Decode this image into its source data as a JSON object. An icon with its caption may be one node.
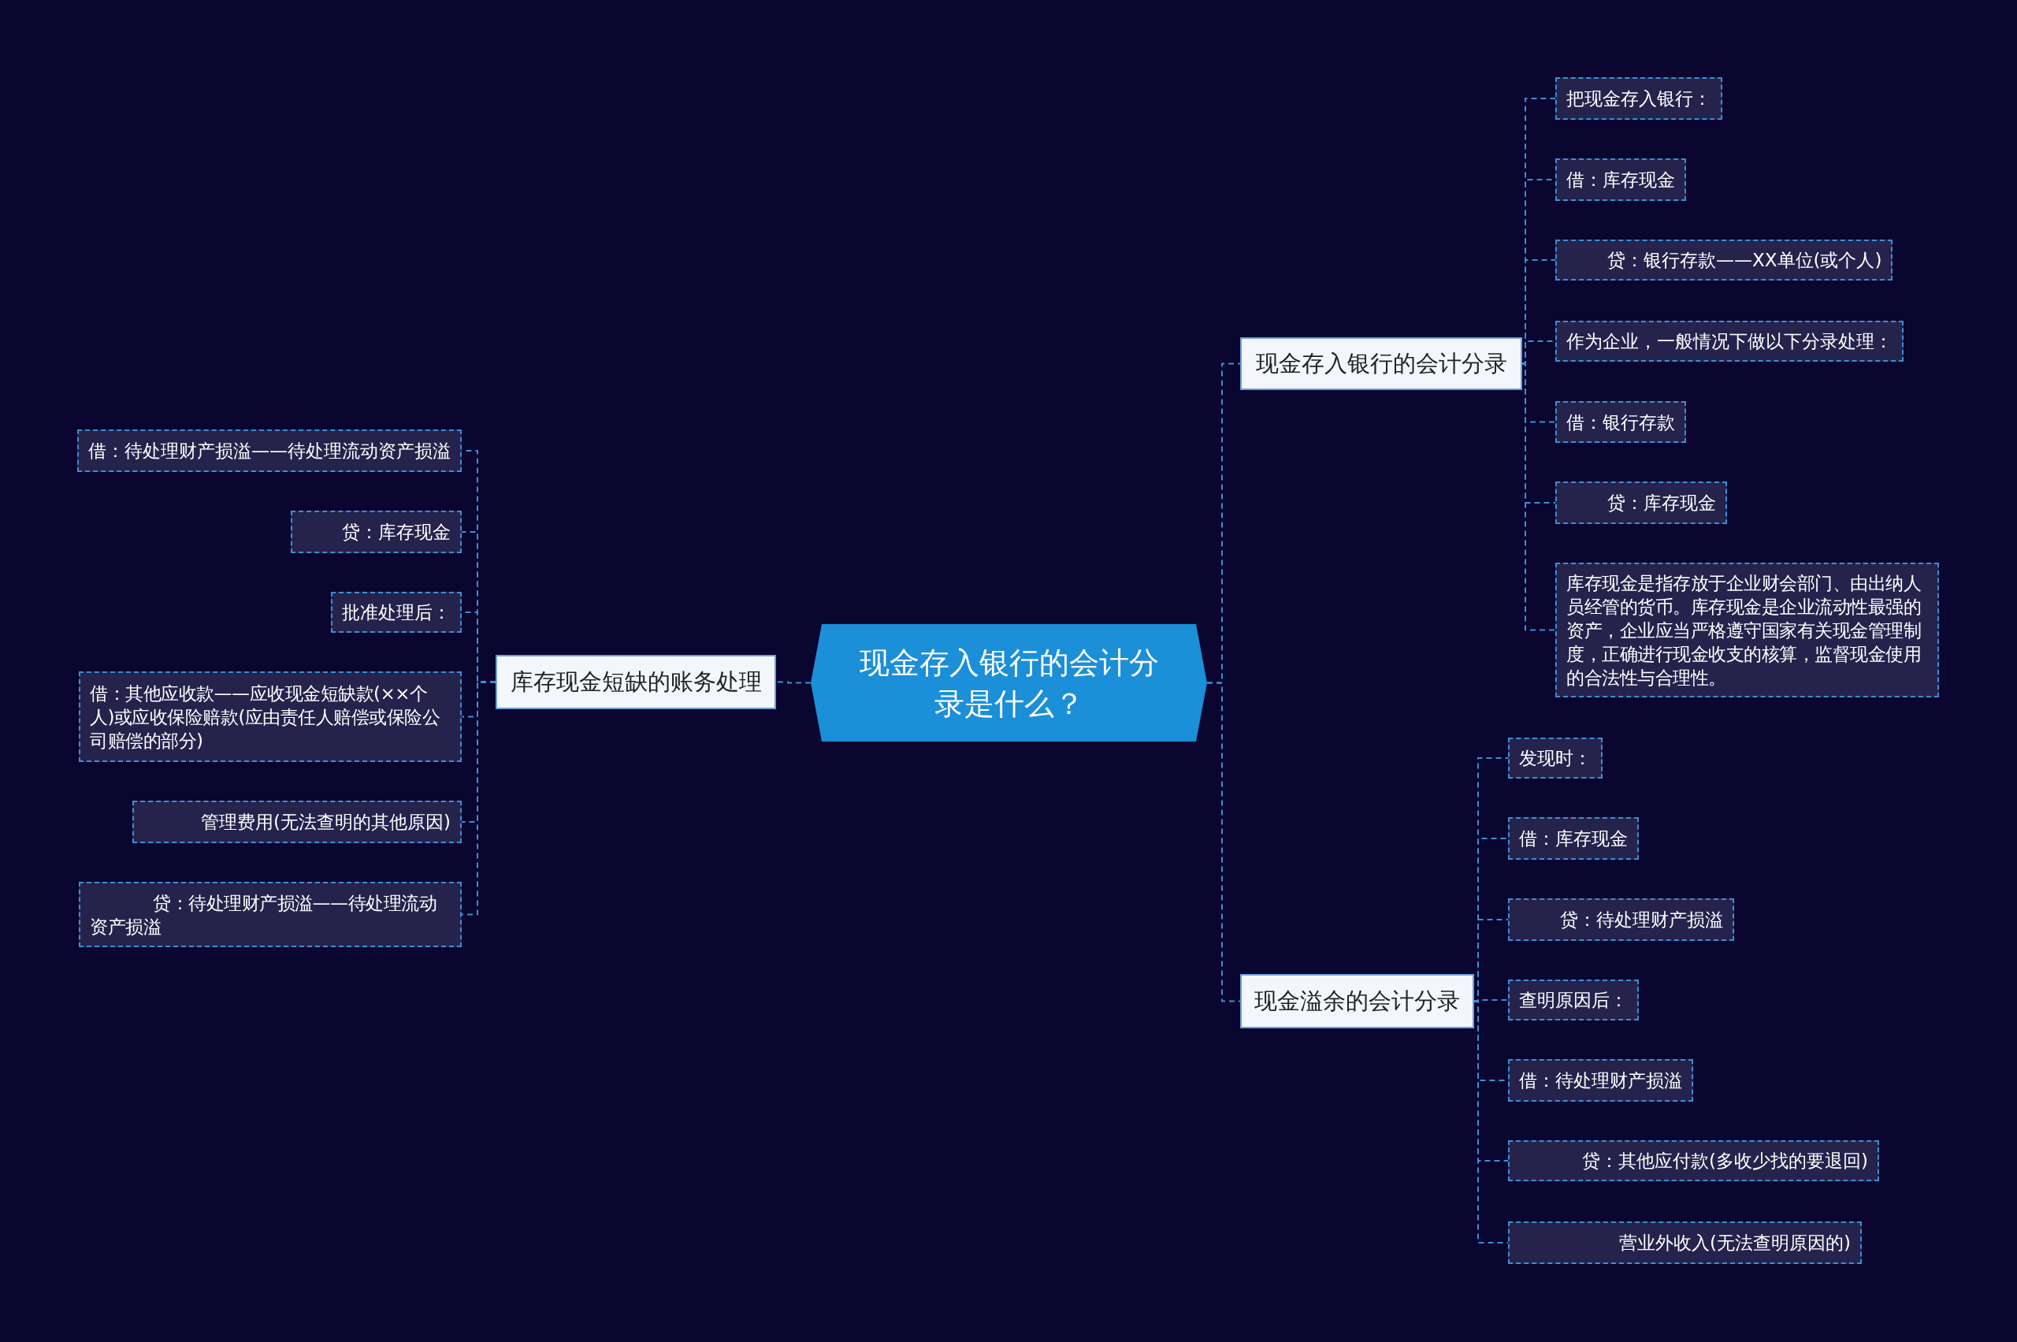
{
  "diagram": {
    "nodes": [
      {
        "text": [
          "现金存入银行的会计分录是什么？"
        ]
      },
      {
        "text": [
          "现金存入银行的会计分录"
        ]
      },
      {
        "text": [
          "现金溢余的会计分录"
        ]
      },
      {
        "text": [
          "库存现金短缺的账务处理"
        ]
      },
      {
        "text": [
          "把现金存入银行："
        ]
      },
      {
        "text": [
          "借：库存现金"
        ]
      },
      {
        "text": [
          "贷：银行存款——XX单位(或个人)"
        ]
      },
      {
        "text": [
          "作为企业，一般情况下做以下分录处理："
        ]
      },
      {
        "text": [
          "借：银行存款"
        ]
      },
      {
        "text": [
          "贷：库存现金"
        ]
      },
      {
        "text": [
          "库存现金是指存放于企业财会部门、由出纳人员经管的货币。库存现金是企业流动性最强的资产，企业应当严格遵守国家有关现金管理制度，正确进行现金收支的核算，监督现金使用的合法性与合理性。"
        ]
      },
      {
        "text": [
          "发现时："
        ]
      },
      {
        "text": [
          "借：库存现金"
        ]
      },
      {
        "text": [
          "贷：待处理财产损溢"
        ]
      },
      {
        "text": [
          "查明原因后："
        ]
      },
      {
        "text": [
          "借：待处理财产损溢"
        ]
      },
      {
        "text": [
          "贷：其他应付款(多收少找的要退回)"
        ]
      },
      {
        "text": [
          "营业外收入(无法查明原因的)"
        ]
      },
      {
        "text": [
          "借：待处理财产损溢——待处理流动资产损溢"
        ]
      },
      {
        "text": [
          "贷：库存现金"
        ]
      },
      {
        "text": [
          "批准处理后："
        ]
      },
      {
        "text": [
          "借：其他应收款——应收现金短缺款(××个人)或应收保险赔款(应由责任人赔偿或保险公司赔偿的部分)"
        ]
      },
      {
        "text": [
          "管理费用(无法查明的其他原因)"
        ]
      },
      {
        "text": [
          "贷：待处理财产损溢——待处理流动资产损溢"
        ]
      }
    ],
    "edges": [
      {
        "from": 0,
        "to": 1,
        "arrow": "none"
      },
      {
        "from": 0,
        "to": 2,
        "arrow": "none"
      },
      {
        "from": 0,
        "to": 3,
        "arrow": "none"
      },
      {
        "from": 1,
        "to": 4,
        "arrow": "none"
      },
      {
        "from": 1,
        "to": 5,
        "arrow": "none"
      },
      {
        "from": 1,
        "to": 6,
        "arrow": "none"
      },
      {
        "from": 1,
        "to": 7,
        "arrow": "none"
      },
      {
        "from": 1,
        "to": 8,
        "arrow": "none"
      },
      {
        "from": 1,
        "to": 9,
        "arrow": "none"
      },
      {
        "from": 1,
        "to": 10,
        "arrow": "none"
      },
      {
        "from": 2,
        "to": 11,
        "arrow": "none"
      },
      {
        "from": 2,
        "to": 12,
        "arrow": "none"
      },
      {
        "from": 2,
        "to": 13,
        "arrow": "none"
      },
      {
        "from": 2,
        "to": 14,
        "arrow": "none"
      },
      {
        "from": 2,
        "to": 15,
        "arrow": "none"
      },
      {
        "from": 2,
        "to": 16,
        "arrow": "none"
      },
      {
        "from": 2,
        "to": 17,
        "arrow": "none"
      },
      {
        "from": 3,
        "to": 18,
        "arrow": "none"
      },
      {
        "from": 3,
        "to": 19,
        "arrow": "none"
      },
      {
        "from": 3,
        "to": 20,
        "arrow": "none"
      },
      {
        "from": 3,
        "to": 21,
        "arrow": "none"
      },
      {
        "from": 3,
        "to": 22,
        "arrow": "none"
      },
      {
        "from": 3,
        "to": 23,
        "arrow": "none"
      }
    ]
  }
}
